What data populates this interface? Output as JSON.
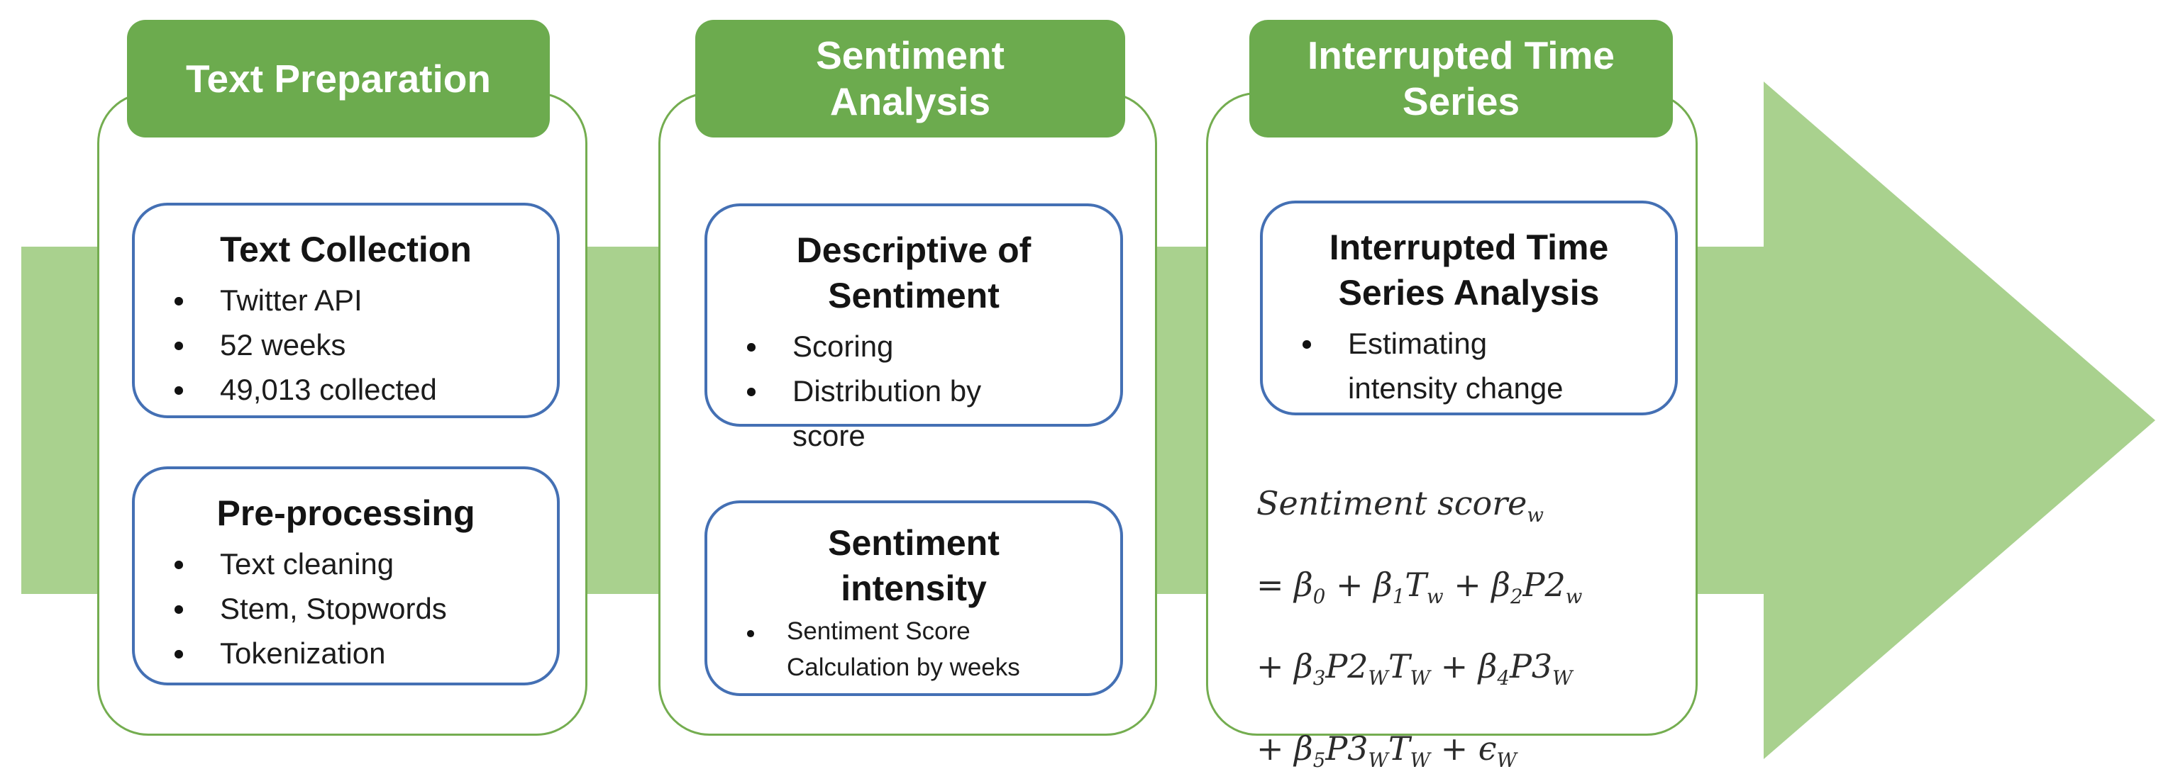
{
  "colors": {
    "header_green": "#6cab4e",
    "arrow_green": "#a9d18e",
    "panel_border": "#74ad50",
    "box_border": "#4470b4",
    "text": "#161616"
  },
  "columns": [
    {
      "header": "Text Preparation",
      "boxes": [
        {
          "title": "Text Collection",
          "bullets": [
            "Twitter API",
            "52 weeks",
            "49,013 collected"
          ]
        },
        {
          "title": "Pre-processing",
          "bullets": [
            "Text cleaning",
            "Stem, Stopwords",
            "Tokenization"
          ]
        }
      ]
    },
    {
      "header": "Sentiment\nAnalysis",
      "boxes": [
        {
          "title": "Descriptive of\nSentiment",
          "bullets": [
            "Scoring",
            "Distribution by\nscore"
          ]
        },
        {
          "title": "Sentiment\nintensity",
          "bullets": [
            "Sentiment Score\nCalculation by weeks"
          ]
        }
      ]
    },
    {
      "header": "Interrupted Time\nSeries",
      "boxes": [
        {
          "title": "Interrupted Time\nSeries Analysis",
          "bullets": [
            "Estimating\nintensity change"
          ]
        }
      ],
      "formula": {
        "lines": [
          [
            {
              "t": "Sentiment score"
            },
            {
              "s": "w"
            }
          ],
          [
            {
              "t": "= β"
            },
            {
              "s": "0"
            },
            {
              "t": " + β"
            },
            {
              "s": "1"
            },
            {
              "t": "T"
            },
            {
              "s": "w"
            },
            {
              "t": " + β"
            },
            {
              "s": "2"
            },
            {
              "t": "P2"
            },
            {
              "s": "w"
            }
          ],
          [
            {
              "t": "+ β"
            },
            {
              "s": "3"
            },
            {
              "t": "P2"
            },
            {
              "s": "W"
            },
            {
              "t": "T"
            },
            {
              "s": "W"
            },
            {
              "t": " + β"
            },
            {
              "s": "4"
            },
            {
              "t": "P3"
            },
            {
              "s": "W"
            }
          ],
          [
            {
              "t": "+ β"
            },
            {
              "s": "5"
            },
            {
              "t": "P3"
            },
            {
              "s": "W"
            },
            {
              "t": "T"
            },
            {
              "s": "W"
            },
            {
              "t": " + ϵ"
            },
            {
              "s": "W"
            }
          ]
        ]
      }
    }
  ]
}
